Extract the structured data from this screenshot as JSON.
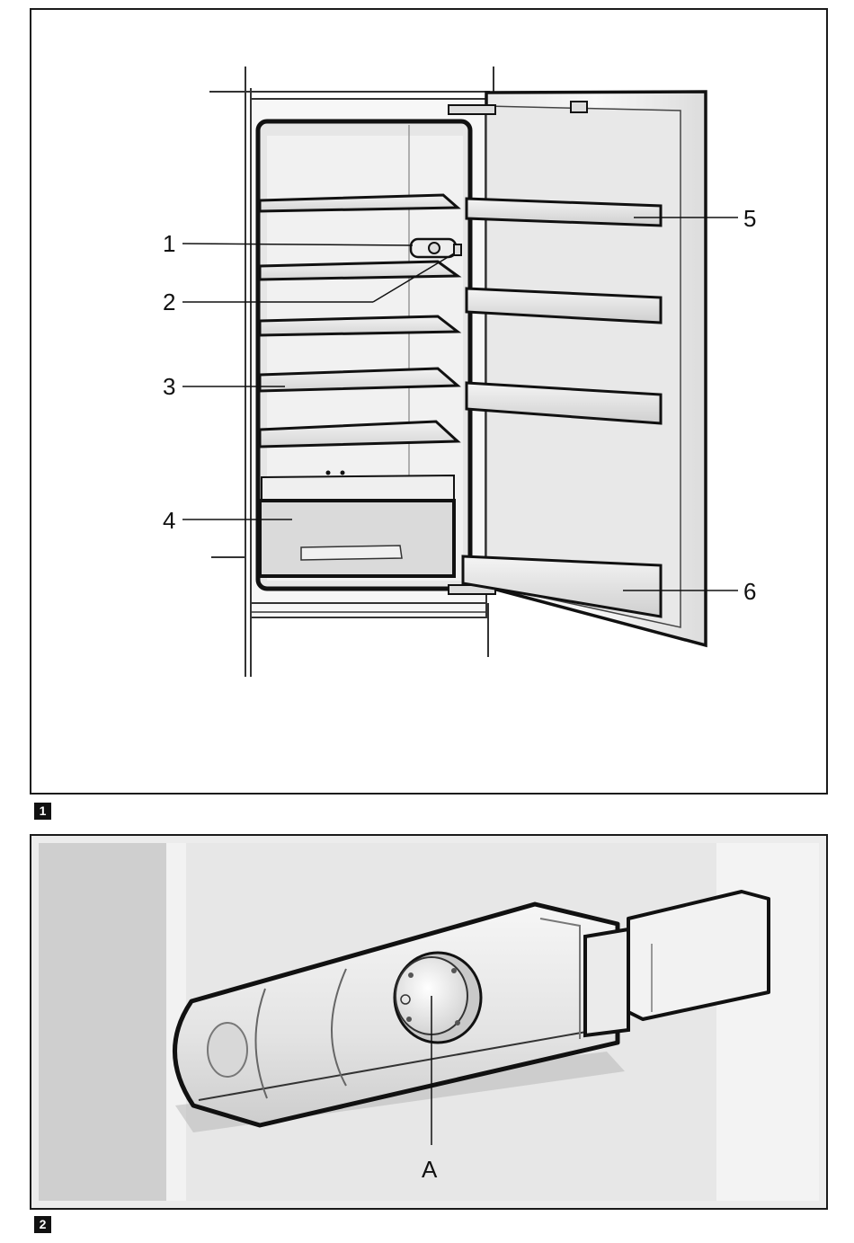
{
  "figure1": {
    "tag": "1",
    "callouts": [
      "1",
      "2",
      "3",
      "4",
      "5",
      "6"
    ]
  },
  "figure2": {
    "tag": "2",
    "callouts": [
      "A"
    ]
  }
}
